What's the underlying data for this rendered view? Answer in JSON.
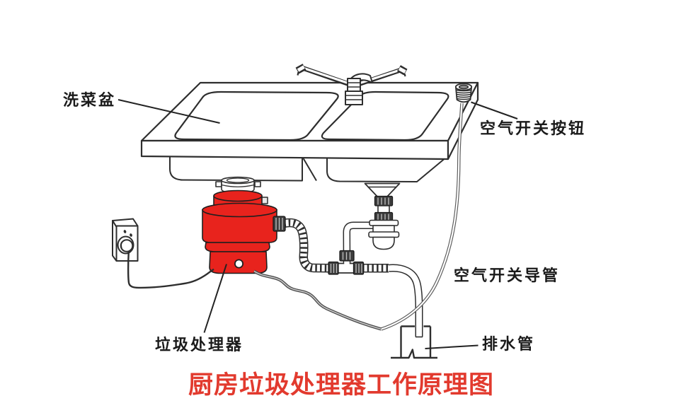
{
  "title": {
    "text": "厨房垃圾处理器工作原理图",
    "color": "#e23a2e"
  },
  "labels": {
    "sink_basin": "洗菜盆",
    "air_switch_button": "空气开关按钮",
    "air_switch_conduit": "空气开关导管",
    "garbage_disposer": "垃圾处理器",
    "drain_pipe": "排水管"
  },
  "colors": {
    "disposer_body": "#e8231d",
    "line_art": "#2e2e2e",
    "label_text": "#1a1a1a",
    "background": "#ffffff"
  }
}
